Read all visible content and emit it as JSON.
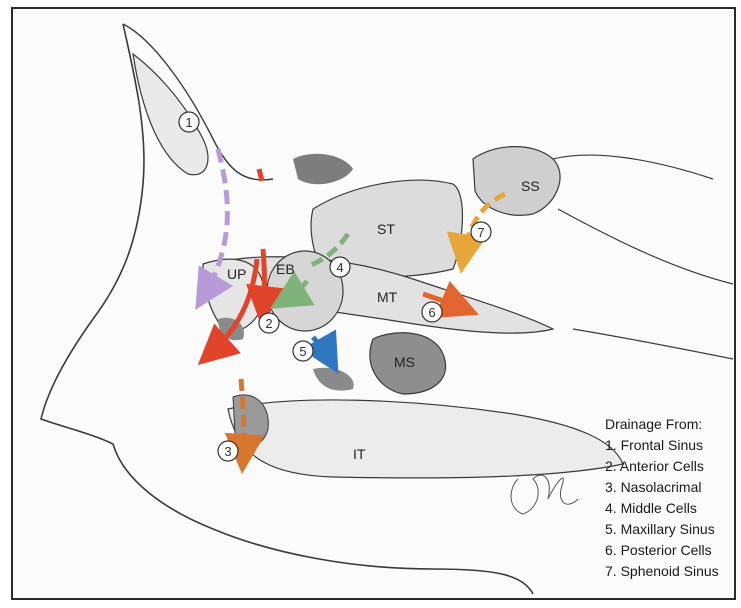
{
  "structure_labels": {
    "st": "ST",
    "ss": "SS",
    "up": "UP",
    "eb": "EB",
    "mt": "MT",
    "ms": "MS",
    "it": "IT"
  },
  "markers": [
    "1",
    "2",
    "3",
    "4",
    "5",
    "6",
    "7"
  ],
  "legend": {
    "title": "Drainage From:",
    "items": [
      "1. Frontal Sinus",
      "2. Anterior Cells",
      "3. Nasolacrimal",
      "4. Middle Cells",
      "5. Maxillary Sinus",
      "6. Posterior Cells",
      "7. Sphenoid Sinus"
    ]
  },
  "colors": {
    "frontal": "#b89ad8",
    "anterior": "#e0452c",
    "nasolacrimal": "#d9762e",
    "middle": "#7fb37a",
    "maxillary": "#2f78c0",
    "posterior": "#e2642f",
    "sphenoid": "#e6a63a",
    "line": "#3a3a3a",
    "shade": "#9c9c9c"
  }
}
